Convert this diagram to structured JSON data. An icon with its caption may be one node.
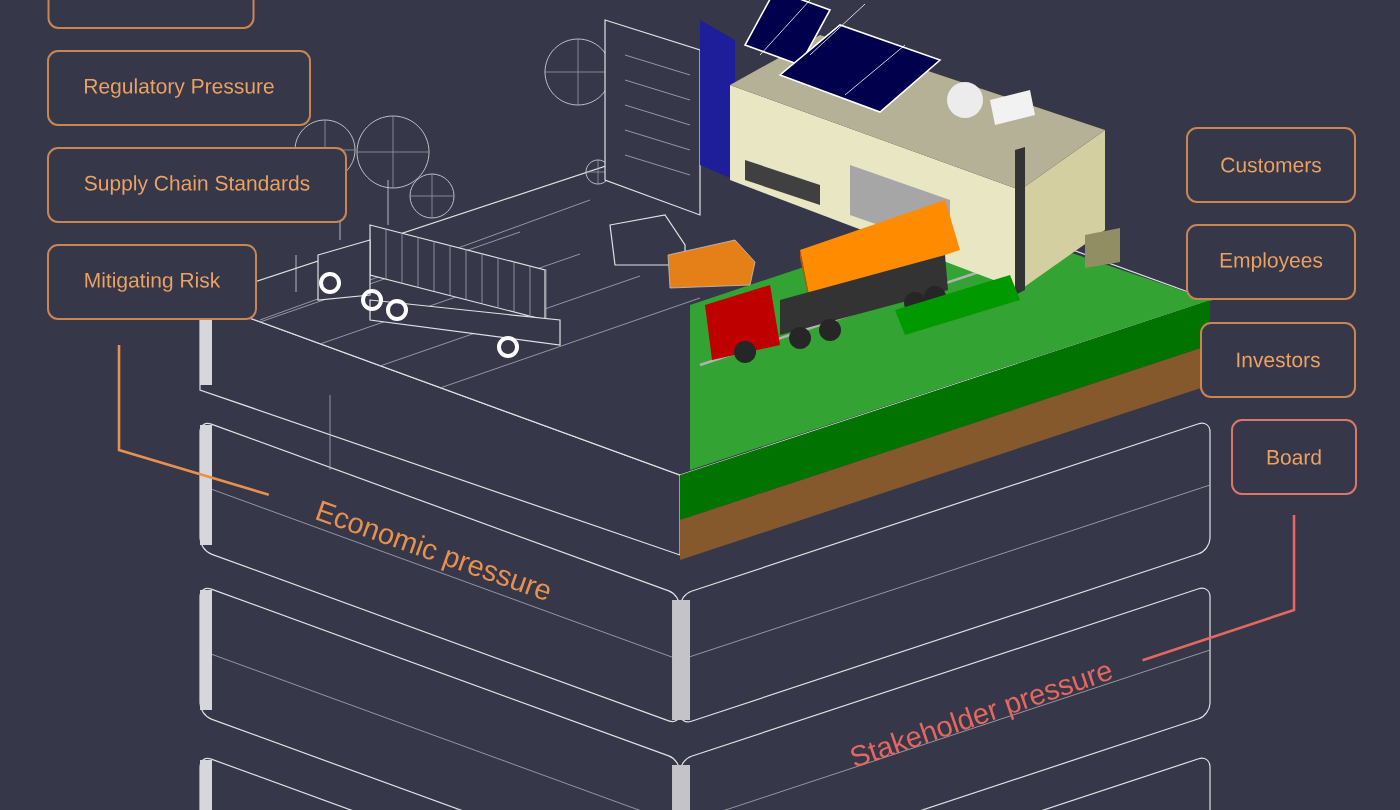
{
  "diagram": {
    "nodes": [
      {
        "text": [],
        "shape": "box"
      },
      {
        "text": [
          "Regulatory Pressure"
        ]
      },
      {
        "text": [
          "Supply Chain Standards"
        ]
      },
      {
        "text": [
          "Mitigating Risk"
        ]
      },
      {
        "text": [
          "Customers"
        ]
      },
      {
        "text": [
          "Employees"
        ]
      },
      {
        "text": [
          "Investors"
        ]
      },
      {
        "text": [
          "Board"
        ]
      },
      {
        "text": [
          "Economic pressure"
        ]
      },
      {
        "text": [
          "Stakeholder pressure"
        ]
      }
    ],
    "edges": [
      {
        "from": 3,
        "to": 8,
        "arrow": "none",
        "color": "#e8914f"
      },
      {
        "from": 7,
        "to": 9,
        "arrow": "none",
        "color": "#e4685f"
      }
    ]
  }
}
